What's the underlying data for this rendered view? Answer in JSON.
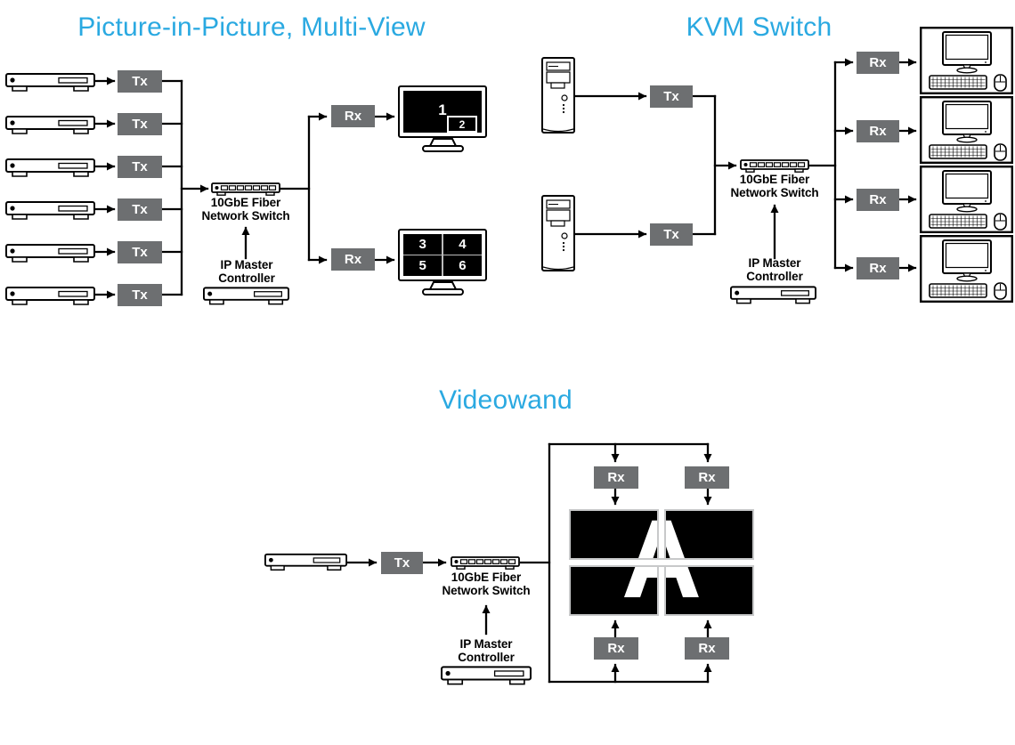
{
  "colors": {
    "accent_blue": "#2aa9e1",
    "box_gray": "#6d6f71",
    "line_black": "#000000",
    "wall_bezel_gray": "#c8c9ca"
  },
  "sections": {
    "pip": {
      "title": "Picture-in-Picture, Multi-View",
      "source_count": 6,
      "tx_label": "Tx",
      "rx_label": "Rx",
      "switch_label": {
        "line1": "10GbE Fiber",
        "line2": "Network Switch"
      },
      "controller_label": {
        "line1": "IP Master",
        "line2": "Controller"
      },
      "pip_monitor": {
        "main": "1",
        "inset": "2"
      },
      "quad_monitor": [
        "3",
        "4",
        "5",
        "6"
      ]
    },
    "kvm": {
      "title": "KVM Switch",
      "source_count": 2,
      "workstation_count": 4,
      "tx_label": "Tx",
      "rx_label": "Rx",
      "switch_label": {
        "line1": "10GbE Fiber",
        "line2": "Network Switch"
      },
      "controller_label": {
        "line1": "IP Master",
        "line2": "Controller"
      }
    },
    "videowall": {
      "title": "Videowand",
      "rx_count": 4,
      "tx_label": "Tx",
      "rx_label": "Rx",
      "switch_label": {
        "line1": "10GbE Fiber",
        "line2": "Network Switch"
      },
      "controller_label": {
        "line1": "IP Master",
        "line2": "Controller"
      },
      "wall_letter": "A"
    }
  }
}
